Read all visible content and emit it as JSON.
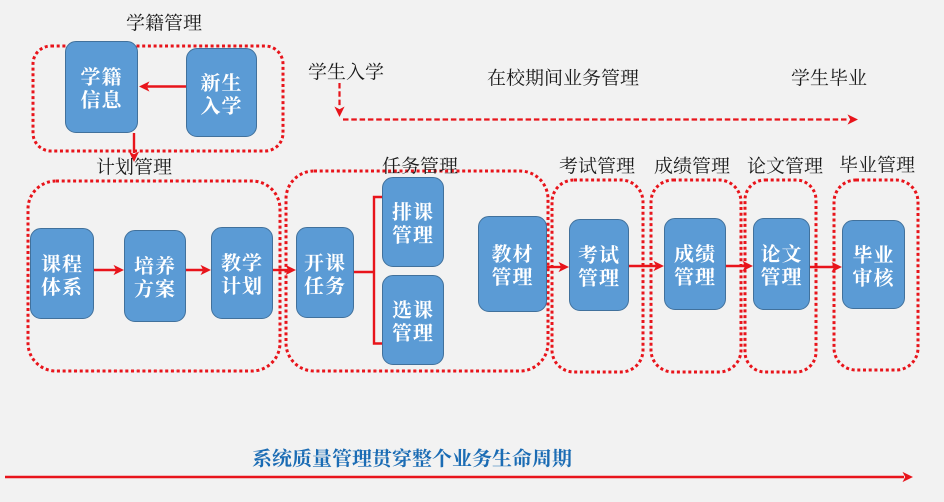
{
  "colors": {
    "background": "#f2f2f2",
    "node_fill": "#5b9bd5",
    "node_border": "#41719c",
    "node_text": "#ffffff",
    "accent_red": "#e8141b",
    "label_text": "#1a1a1a",
    "footer_text": "#1b6cb4"
  },
  "groups": [
    {
      "id": "xueji",
      "label": "学籍管理"
    },
    {
      "id": "jihua",
      "label": "计划管理"
    },
    {
      "id": "renwu",
      "label": "任务管理"
    },
    {
      "id": "kaoshi",
      "label": "考试管理"
    },
    {
      "id": "chengji",
      "label": "成绩管理"
    },
    {
      "id": "lunwen",
      "label": "论文管理"
    },
    {
      "id": "biye",
      "label": "毕业管理"
    }
  ],
  "phases": [
    {
      "id": "enroll",
      "label": "学生入学"
    },
    {
      "id": "in_school",
      "label": "在校期间业务管理"
    },
    {
      "id": "graduate",
      "label": "学生毕业"
    }
  ],
  "boxes": [
    {
      "id": "xueji-xinxi",
      "lines": [
        "学籍",
        "信息"
      ],
      "label": "学籍信息"
    },
    {
      "id": "xinsheng-ruxue",
      "lines": [
        "新生",
        "入学"
      ],
      "label": "新生入学"
    },
    {
      "id": "kecheng-tixi",
      "lines": [
        "课程",
        "体系"
      ],
      "label": "课程体系"
    },
    {
      "id": "peiyang-fangan",
      "lines": [
        "培养",
        "方案"
      ],
      "label": "培养方案"
    },
    {
      "id": "jiaoxue-jihua",
      "lines": [
        "教学",
        "计划"
      ],
      "label": "教学计划"
    },
    {
      "id": "kaike-renwu",
      "lines": [
        "开课",
        "任务"
      ],
      "label": "开课任务"
    },
    {
      "id": "paike-guanli",
      "lines": [
        "排课",
        "管理"
      ],
      "label": "排课管理"
    },
    {
      "id": "xuanke-guanli",
      "lines": [
        "选课",
        "管理"
      ],
      "label": "选课管理"
    },
    {
      "id": "jiaocai-guanli",
      "lines": [
        "教材",
        "管理"
      ],
      "label": "教材管理"
    },
    {
      "id": "kaoshi-guanli",
      "lines": [
        "考试",
        "管理"
      ],
      "label": "考试管理"
    },
    {
      "id": "chengji-guanli",
      "lines": [
        "成绩",
        "管理"
      ],
      "label": "成绩管理"
    },
    {
      "id": "lunwen-guanli",
      "lines": [
        "论文",
        "管理"
      ],
      "label": "论文管理"
    },
    {
      "id": "biye-shenhe",
      "lines": [
        "毕业",
        "审核"
      ],
      "label": "毕业审核"
    }
  ],
  "footer": {
    "text": "系统质量管理贯穿整个业务生命周期"
  }
}
